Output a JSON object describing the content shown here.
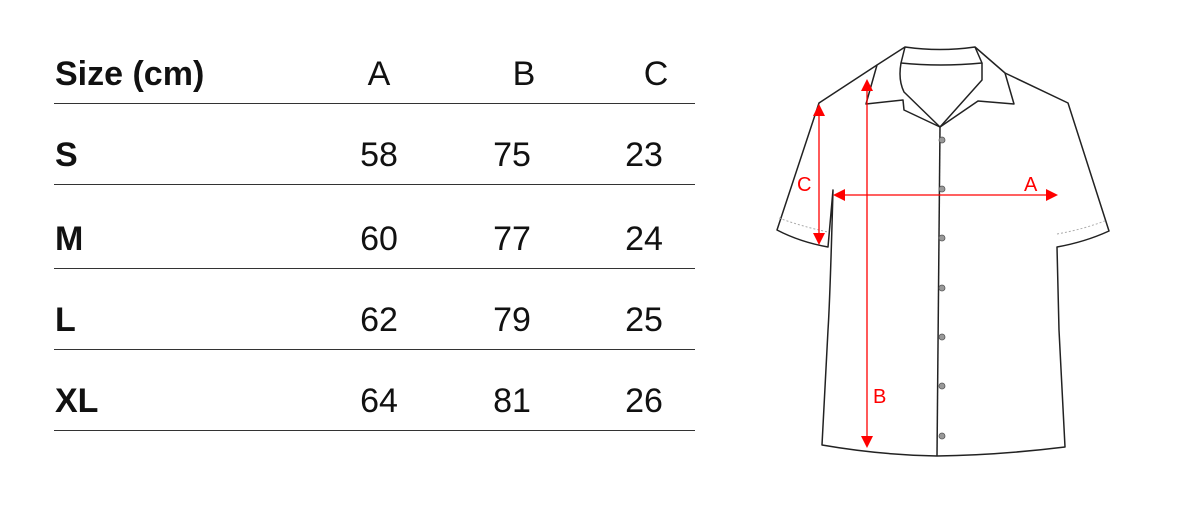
{
  "table": {
    "headers": [
      "Size (cm)",
      "A",
      "B",
      "C"
    ],
    "rows": [
      {
        "size": "S",
        "a": "58",
        "b": "75",
        "c": "23"
      },
      {
        "size": "M",
        "a": "60",
        "b": "77",
        "c": "24"
      },
      {
        "size": "L",
        "a": "62",
        "b": "79",
        "c": "25"
      },
      {
        "size": "XL",
        "a": "64",
        "b": "81",
        "c": "26"
      }
    ]
  },
  "diagram": {
    "labels": {
      "a": "A",
      "b": "B",
      "c": "C"
    },
    "arrow_color": "#ff0000"
  }
}
